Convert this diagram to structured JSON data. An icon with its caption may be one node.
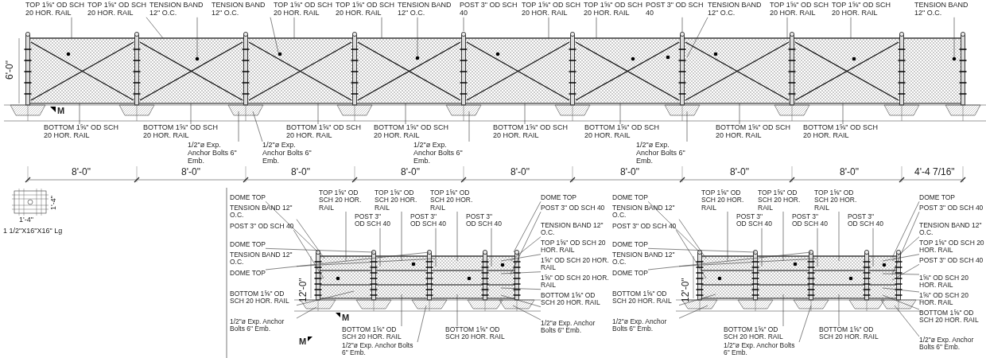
{
  "diagram": {
    "nodes": [
      {
        "text": [
          "TOP 1⅝\" OD SCH 20 HOR. RAIL"
        ]
      },
      {
        "text": [
          "TOP 1⅝\" OD SCH 20 HOR. RAIL"
        ]
      },
      {
        "text": [
          "TENSION BAND 12\" O.C."
        ]
      },
      {
        "text": [
          "TENSION BAND 12\" O.C."
        ]
      },
      {
        "text": [
          "TOP 1⅝\" OD SCH 20 HOR. RAIL"
        ]
      },
      {
        "text": [
          "TOP 1⅝\" OD SCH 20 HOR. RAIL"
        ]
      },
      {
        "text": [
          "TENSION BAND 12\" O.C."
        ]
      },
      {
        "text": [
          "POST 3\" OD SCH 40"
        ]
      },
      {
        "text": [
          "TOP 1⅝\" OD SCH 20 HOR. RAIL"
        ]
      },
      {
        "text": [
          "TENSION BAND 12\" O.C."
        ]
      },
      {
        "text": [
          "POST 3\" OD SCH 40"
        ]
      },
      {
        "text": [
          "TOP 1⅝\" OD SCH 20 HOR. RAIL"
        ]
      },
      {
        "text": [
          "TOP 1⅝\" OD SCH 20 HOR. RAIL"
        ]
      },
      {
        "text": [
          "TOP 1⅝\" OD SCH 20 HOR. RAIL"
        ]
      },
      {
        "text": [
          "TENSION BAND 12\" O.C."
        ]
      },
      {
        "text": [
          "BOTTOM 1⅝\" OD SCH 20 HOR. RAIL"
        ]
      },
      {
        "text": [
          "BOTTOM 1⅝\" OD SCH 20 HOR. RAIL"
        ]
      },
      {
        "text": [
          "BOTTOM 1⅝\" OD SCH 20 HOR. RAIL"
        ]
      },
      {
        "text": [
          "BOTTOM 1⅝\" OD SCH 20 HOR. RAIL"
        ]
      },
      {
        "text": [
          "BOTTOM 1⅝\" OD SCH 20 HOR. RAIL"
        ]
      },
      {
        "text": [
          "BOTTOM 1⅝\" OD SCH 20 HOR. RAIL"
        ]
      },
      {
        "text": [
          "BOTTOM 1⅝\" OD SCH 20 HOR. RAIL"
        ]
      },
      {
        "text": [
          "BOTTOM 1⅝\" OD SCH 20 HOR. RAIL"
        ]
      },
      {
        "text": [
          "1/2\"ø Exp. Anchor Bolts 6\" Emb."
        ]
      },
      {
        "text": [
          "1/2\"ø Exp. Anchor Bolts 6\" Emb."
        ]
      },
      {
        "text": [
          "1/2\"ø Exp. Anchor Bolts 6\" Emb."
        ]
      },
      {
        "text": [
          "1/2\"ø Exp. Anchor Bolts 6\" Emb."
        ]
      },
      {
        "text": [
          "DOME TOP"
        ]
      },
      {
        "text": [
          "TENSION BAND 12\" O.C."
        ]
      },
      {
        "text": [
          "POST 3\" OD SCH 40"
        ]
      },
      {
        "text": [
          "TOP 1⅝\" OD SCH 20 HOR. RAIL"
        ]
      },
      {
        "text": [
          "POST 3\" OD SCH 40"
        ]
      },
      {
        "text": [
          "DOME TOP"
        ]
      },
      {
        "text": [
          "TOP 1⅝\" OD SCH 20 HOR. RAIL"
        ]
      },
      {
        "text": [
          "POST 3\" OD SCH 40"
        ]
      },
      {
        "text": [
          "TENSION BAND 12\" O.C."
        ]
      },
      {
        "text": [
          "DOME TOP"
        ]
      },
      {
        "text": [
          "TOP 1⅝\" OD SCH 20 HOR. RAIL"
        ]
      },
      {
        "text": [
          "POST 3\" OD SCH 40"
        ]
      },
      {
        "text": [
          "TOP 1⅝\" OD SCH 20 HOR. RAIL"
        ]
      },
      {
        "text": [
          "DOME TOP"
        ]
      },
      {
        "text": [
          "POST 3\" OD SCH 40"
        ]
      },
      {
        "text": [
          "TENSION BAND 12\" O.C."
        ]
      },
      {
        "text": [
          "1⅝\" OD SCH 20 HOR. RAIL"
        ]
      },
      {
        "text": [
          "1⅝\" OD SCH 20 HOR. RAIL"
        ]
      },
      {
        "text": [
          "BOTTOM 1⅝\" OD SCH 20 HOR. RAIL"
        ]
      },
      {
        "text": [
          "BOTTOM 1⅝\" OD SCH 20 HOR. RAIL"
        ]
      },
      {
        "text": [
          "BOTTOM 1⅝\" OD SCH 20 HOR. RAIL"
        ]
      },
      {
        "text": [
          "BOTTOM 1⅝\" OD SCH 20 HOR. RAIL"
        ]
      },
      {
        "text": [
          "1/2\"ø Exp. Anchor Bolts 6\" Emb."
        ]
      },
      {
        "text": [
          "1/2\"ø Exp. Anchor Bolts 6\" Emb."
        ]
      },
      {
        "text": [
          "1/2\"ø Exp. Anchor Bolts 6\" Emb."
        ]
      },
      {
        "text": [
          "DOME TOP"
        ]
      },
      {
        "text": [
          "TENSION BAND 12\" O.C."
        ]
      },
      {
        "text": [
          "POST 3\" OD SCH 40"
        ]
      },
      {
        "text": [
          "POST 3\" OD SCH 40"
        ]
      },
      {
        "text": [
          "DOME TOP"
        ]
      },
      {
        "text": [
          "TOP 1⅝\" OD SCH 20 HOR. RAIL"
        ]
      },
      {
        "text": [
          "TOP 1⅝\" OD SCH 20 HOR. RAIL"
        ]
      },
      {
        "text": [
          "POST 3\" OD SCH 40"
        ]
      },
      {
        "text": [
          "TENSION BAND 12\" O.C."
        ]
      },
      {
        "text": [
          "DOME TOP"
        ]
      },
      {
        "text": [
          "TOP 1⅝\" OD SCH 20 HOR. RAIL"
        ]
      },
      {
        "text": [
          "POST 3\" OD SCH 40"
        ]
      },
      {
        "text": [
          "TOP 1⅝\" OD SCH 20 HOR. RAIL"
        ]
      },
      {
        "text": [
          "POST 3\" OD SCH 40"
        ]
      },
      {
        "text": [
          "DOME TOP"
        ]
      },
      {
        "text": [
          "TENSION BAND 12\" O.C."
        ]
      },
      {
        "text": [
          "POST 3\" OD SCH 40"
        ]
      },
      {
        "text": [
          "1⅝\" OD SCH 20 HOR. RAIL"
        ]
      },
      {
        "text": [
          "1⅝\" OD SCH 20 HOR. RAIL"
        ]
      },
      {
        "text": [
          "BOTTOM 1⅝\" OD SCH 20 HOR. RAIL"
        ]
      },
      {
        "text": [
          "BOTTOM 1⅝\" OD SCH 20 HOR. RAIL"
        ]
      },
      {
        "text": [
          "BOTTOM 1⅝\" OD SCH 20 HOR. RAIL"
        ]
      },
      {
        "text": [
          "BOTTOM 1⅝\" OD SCH 20 HOR. RAIL"
        ]
      },
      {
        "text": [
          "1/2\"ø Exp. Anchor Bolts 6\" Emb."
        ]
      },
      {
        "text": [
          "1/2\"ø Exp. Anchor Bolts 6\" Emb."
        ]
      },
      {
        "text": [
          "1/2\"ø Exp. Anchor Bolts 6\" Emb."
        ]
      }
    ],
    "edges": [
      {
        "from": 0,
        "to": null,
        "arrow": "none"
      },
      {
        "from": 1,
        "to": null,
        "arrow": "none"
      },
      {
        "from": 2,
        "to": null,
        "arrow": "none"
      },
      {
        "from": 3,
        "to": null,
        "arrow": "none"
      },
      {
        "from": 4,
        "to": null,
        "arrow": "none"
      },
      {
        "from": 5,
        "to": null,
        "arrow": "none"
      },
      {
        "from": 6,
        "to": null,
        "arrow": "none"
      },
      {
        "from": 7,
        "to": null,
        "arrow": "none"
      },
      {
        "from": 8,
        "to": null,
        "arrow": "none"
      },
      {
        "from": 9,
        "to": null,
        "arrow": "none"
      },
      {
        "from": 10,
        "to": null,
        "arrow": "none"
      },
      {
        "from": 11,
        "to": null,
        "arrow": "none"
      },
      {
        "from": 12,
        "to": null,
        "arrow": "none"
      },
      {
        "from": 13,
        "to": null,
        "arrow": "none"
      },
      {
        "from": 14,
        "to": null,
        "arrow": "none"
      },
      {
        "from": 15,
        "to": null,
        "arrow": "none"
      },
      {
        "from": 16,
        "to": null,
        "arrow": "none"
      },
      {
        "from": 17,
        "to": null,
        "arrow": "none"
      },
      {
        "from": 18,
        "to": null,
        "arrow": "none"
      },
      {
        "from": 19,
        "to": null,
        "arrow": "none"
      },
      {
        "from": 20,
        "to": null,
        "arrow": "none"
      },
      {
        "from": 21,
        "to": null,
        "arrow": "none"
      },
      {
        "from": 22,
        "to": null,
        "arrow": "none"
      },
      {
        "from": 23,
        "to": null,
        "arrow": "none"
      },
      {
        "from": 24,
        "to": null,
        "arrow": "none"
      },
      {
        "from": 25,
        "to": null,
        "arrow": "none"
      },
      {
        "from": 26,
        "to": null,
        "arrow": "none"
      },
      {
        "from": 27,
        "to": null,
        "arrow": "none"
      },
      {
        "from": 28,
        "to": null,
        "arrow": "none"
      },
      {
        "from": 29,
        "to": null,
        "arrow": "none"
      },
      {
        "from": 30,
        "to": null,
        "arrow": "none"
      },
      {
        "from": 31,
        "to": null,
        "arrow": "none"
      },
      {
        "from": 32,
        "to": null,
        "arrow": "none"
      },
      {
        "from": 33,
        "to": null,
        "arrow": "none"
      },
      {
        "from": 34,
        "to": null,
        "arrow": "none"
      },
      {
        "from": 35,
        "to": null,
        "arrow": "none"
      },
      {
        "from": 36,
        "to": null,
        "arrow": "none"
      },
      {
        "from": 37,
        "to": null,
        "arrow": "none"
      },
      {
        "from": 38,
        "to": null,
        "arrow": "none"
      },
      {
        "from": 39,
        "to": null,
        "arrow": "none"
      },
      {
        "from": 40,
        "to": null,
        "arrow": "none"
      },
      {
        "from": 41,
        "to": null,
        "arrow": "none"
      },
      {
        "from": 42,
        "to": null,
        "arrow": "none"
      },
      {
        "from": 43,
        "to": null,
        "arrow": "none"
      },
      {
        "from": 44,
        "to": null,
        "arrow": "none"
      },
      {
        "from": 45,
        "to": null,
        "arrow": "none"
      },
      {
        "from": 46,
        "to": null,
        "arrow": "none"
      },
      {
        "from": 47,
        "to": null,
        "arrow": "none"
      },
      {
        "from": 48,
        "to": null,
        "arrow": "none"
      },
      {
        "from": 49,
        "to": null,
        "arrow": "none"
      },
      {
        "from": 50,
        "to": null,
        "arrow": "none"
      },
      {
        "from": 51,
        "to": null,
        "arrow": "none"
      },
      {
        "from": 52,
        "to": null,
        "arrow": "none"
      },
      {
        "from": 53,
        "to": null,
        "arrow": "none"
      },
      {
        "from": 54,
        "to": null,
        "arrow": "none"
      },
      {
        "from": 55,
        "to": null,
        "arrow": "none"
      },
      {
        "from": 56,
        "to": null,
        "arrow": "none"
      },
      {
        "from": 57,
        "to": null,
        "arrow": "none"
      },
      {
        "from": 58,
        "to": null,
        "arrow": "none"
      },
      {
        "from": 59,
        "to": null,
        "arrow": "none"
      },
      {
        "from": 60,
        "to": null,
        "arrow": "none"
      },
      {
        "from": 61,
        "to": null,
        "arrow": "none"
      },
      {
        "from": 62,
        "to": null,
        "arrow": "none"
      },
      {
        "from": 63,
        "to": null,
        "arrow": "none"
      },
      {
        "from": 64,
        "to": null,
        "arrow": "none"
      },
      {
        "from": 65,
        "to": null,
        "arrow": "none"
      },
      {
        "from": 66,
        "to": null,
        "arrow": "none"
      },
      {
        "from": 67,
        "to": null,
        "arrow": "none"
      },
      {
        "from": 68,
        "to": null,
        "arrow": "none"
      },
      {
        "from": 69,
        "to": null,
        "arrow": "none"
      },
      {
        "from": 70,
        "to": null,
        "arrow": "none"
      },
      {
        "from": 71,
        "to": null,
        "arrow": "none"
      },
      {
        "from": 72,
        "to": null,
        "arrow": "none"
      },
      {
        "from": 73,
        "to": null,
        "arrow": "none"
      },
      {
        "from": 74,
        "to": null,
        "arrow": "none"
      },
      {
        "from": 75,
        "to": null,
        "arrow": "none"
      },
      {
        "from": 76,
        "to": null,
        "arrow": "none"
      },
      {
        "from": 77,
        "to": null,
        "arrow": "none"
      }
    ],
    "labels": [
      "6'-0\"",
      "8'-0\"",
      "8'-0\"",
      "8'-0\"",
      "8'-0\"",
      "8'-0\"",
      "8'-0\"",
      "8'-0\"",
      "8'-0\"",
      "4'-4 7/16\"",
      "M",
      "1'-4\"",
      "1'-4\"",
      "1 1/2\"X16\"X16\" Lg",
      "12'-0\"",
      "M",
      "M",
      "12'-0\""
    ]
  }
}
